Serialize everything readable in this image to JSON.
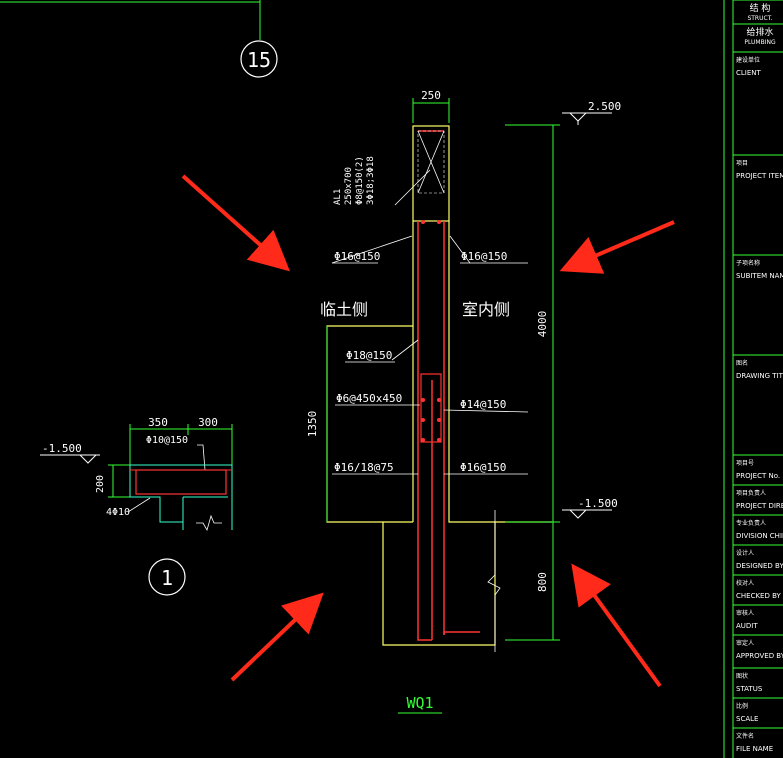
{
  "drawing": {
    "grid_axis": "15",
    "section_mark": "1",
    "wall_title": "WQ1",
    "width_dim": "250",
    "height_upper": "4000",
    "height_lower": "800",
    "side_dim": "1350",
    "level_top": "2.500",
    "level_bottom": "-1.500",
    "beam_label": [
      "AL1",
      "250x700",
      "Φ8@150(2)",
      "3Φ18;3Φ18"
    ],
    "rebar": {
      "left_top": "Φ16@150",
      "right_top": "Φ16@150",
      "left_mid": "Φ18@150",
      "tie": "Φ6@450x450",
      "right_mid": "Φ14@150",
      "left_bottom": "Φ16/18@75",
      "right_bottom": "Φ16@150"
    },
    "side_left": "临土侧",
    "side_right": "室内侧",
    "detail": {
      "dim_left": "350",
      "dim_right": "300",
      "dim_height": "200",
      "rebar_top": "Φ10@150",
      "rebar_bottom": "4Φ10",
      "level": "-1.500"
    }
  },
  "title_block": {
    "rows": [
      {
        "cn": "结 构",
        "en": "STRUCT."
      },
      {
        "cn": "给排水",
        "en": "PLUMBING"
      },
      {
        "cn": "建设单位",
        "en": "CLIENT"
      },
      {
        "cn": "项目",
        "en": "PROJECT ITEM"
      },
      {
        "cn": "子项名称",
        "en": "SUBITEM NAM"
      },
      {
        "cn": "图名",
        "en": "DRAWING TITL"
      },
      {
        "cn": "项目号",
        "en": "PROJECT No."
      },
      {
        "cn": "项目负责人",
        "en": "PROJECT DIRE"
      },
      {
        "cn": "专业负责人",
        "en": "DIVISION CHIEF"
      },
      {
        "cn": "设计人",
        "en": "DESIGNED BY"
      },
      {
        "cn": "校对人",
        "en": "CHECKED BY"
      },
      {
        "cn": "审核人",
        "en": "AUDIT"
      },
      {
        "cn": "审定人",
        "en": "APPROVED BY"
      },
      {
        "cn": "图状",
        "en": "STATUS"
      },
      {
        "cn": "比例",
        "en": "SCALE"
      },
      {
        "cn": "文件名",
        "en": "FILE NAME"
      }
    ]
  },
  "colors": {
    "background": "#000000",
    "concrete": "#ffff66",
    "dimension": "#33ff33",
    "rebar": "#ff3333",
    "text": "#ffffff",
    "arrow": "#ff2a1a",
    "title_block": "#33ff33"
  }
}
